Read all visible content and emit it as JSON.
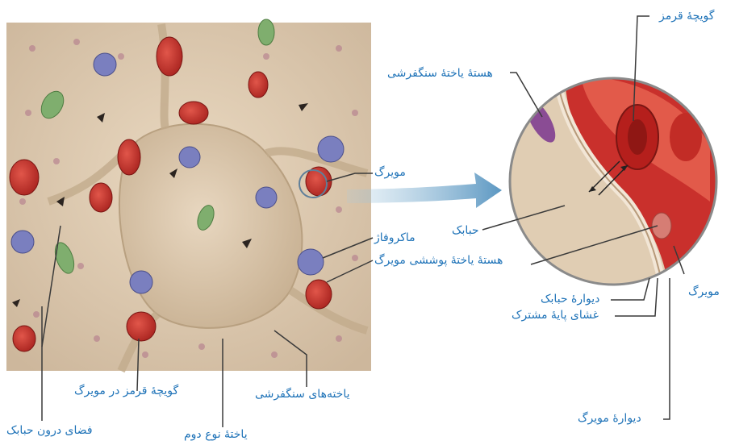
{
  "labels": {
    "red_blood_cell": "گویچهٔ قرمز",
    "squamous_nucleus": "هستهٔ یاختهٔ سنگفرشی",
    "capillary_left": "مویرگ",
    "alveolus": "حبابک",
    "macrophage": "ماکروفاژ",
    "capillary_endothelial_nucleus": "هستهٔ یاختهٔ پوششی مویرگ",
    "alveolus_wall": "دیوارهٔ حبابک",
    "capillary_right": "مویرگ",
    "shared_basement_membrane": "غشای پایهٔ مشترک",
    "capillary_wall": "دیوارهٔ مویرگ",
    "rbc_in_capillary": "گویچهٔ قرمز در مویرگ",
    "squamous_cells": "یاخته‌های سنگفرشی",
    "alveolar_space": "فضای درون حبابک",
    "type2_cell": "یاختهٔ نوع دوم"
  },
  "colors": {
    "label_text": "#1f73b8",
    "leader_line": "#3a3a3a",
    "capillary_red": "#c9302c",
    "tissue_beige": "#d9c6ad",
    "macrophage_blue": "#7a7fbf",
    "arrow_blue": "#6aa3c8"
  }
}
